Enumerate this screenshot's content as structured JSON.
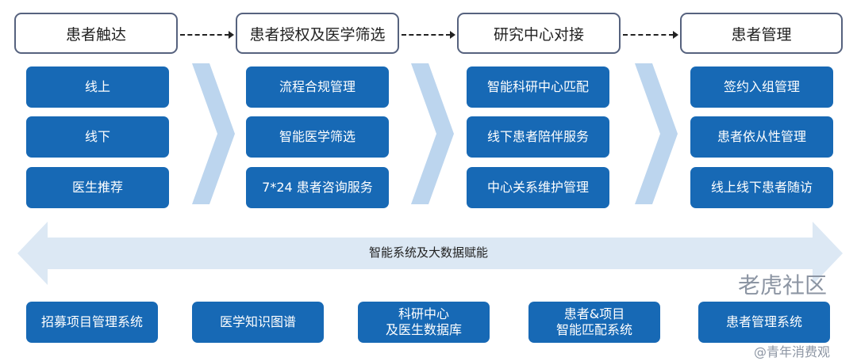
{
  "stages": [
    {
      "title": "患者触达",
      "items": [
        "线上",
        "线下",
        "医生推荐"
      ]
    },
    {
      "title": "患者授权及医学筛选",
      "items": [
        "流程合规管理",
        "智能医学筛选",
        "7*24 患者咨询服务"
      ]
    },
    {
      "title": "研究中心对接",
      "items": [
        "智能科研中心匹配",
        "线下患者陪伴服务",
        "中心关系维护管理"
      ]
    },
    {
      "title": "患者管理",
      "items": [
        "签约入组管理",
        "患者依从性管理",
        "线上线下患者随访"
      ]
    }
  ],
  "platform": "智能系统及大数据赋能",
  "systems": [
    "招募项目管理系统",
    "医学知识图谱",
    "科研中心\n及医生数据库",
    "患者&项目\n智能匹配系统",
    "患者管理系统"
  ],
  "watermark": {
    "brand": "老虎社区",
    "author": "@青年消费观"
  },
  "colors": {
    "box": "#1769b5",
    "chevron": "#bcd5ee",
    "arrow": "#dce8f4"
  }
}
